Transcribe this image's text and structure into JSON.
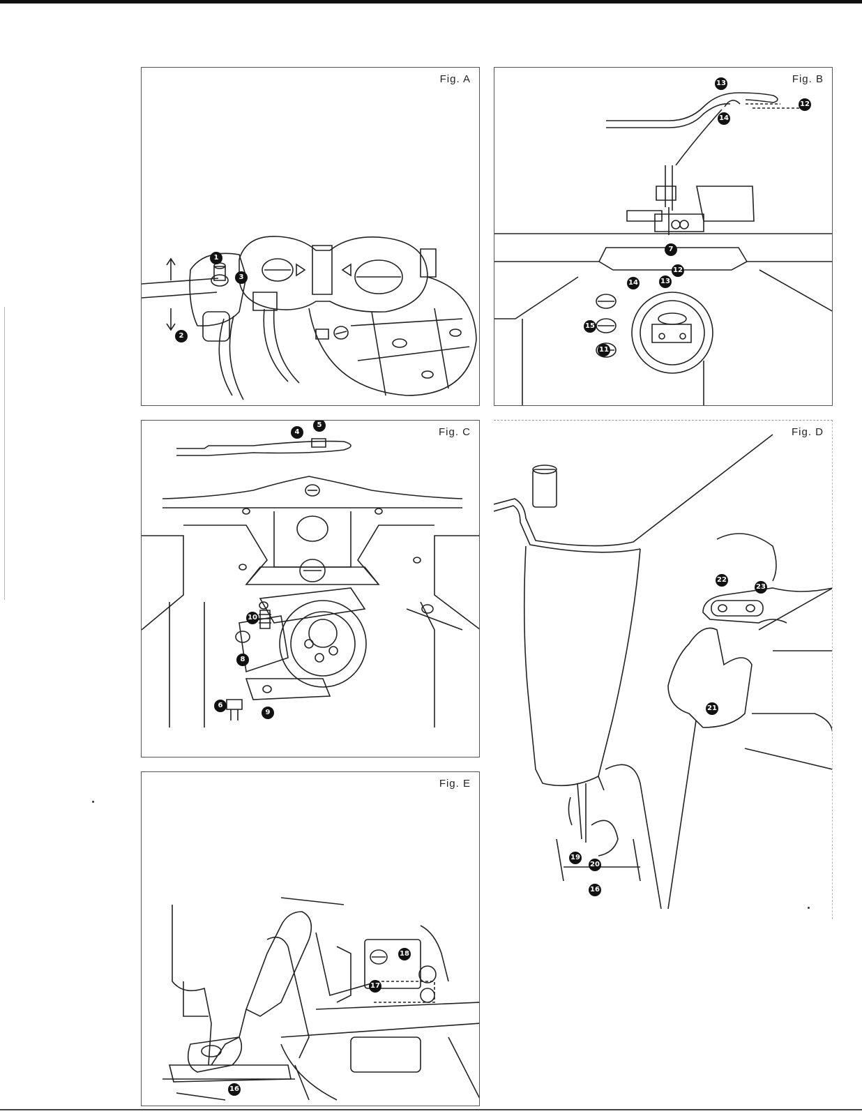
{
  "figures": {
    "a": {
      "label": "Fig. A",
      "callouts": [
        "1",
        "2",
        "3"
      ]
    },
    "b": {
      "label": "Fig. B",
      "callouts": [
        "13",
        "12",
        "14",
        "7",
        "12",
        "14",
        "13",
        "15",
        "11"
      ]
    },
    "c": {
      "label": "Fig. C",
      "callouts": [
        "4",
        "5",
        "10",
        "8",
        "6",
        "9"
      ]
    },
    "d": {
      "label": "Fig. D",
      "callouts": [
        "22",
        "23",
        "21",
        "19",
        "20",
        "16"
      ]
    },
    "e": {
      "label": "Fig. E",
      "callouts": [
        "18",
        "17",
        "16"
      ]
    }
  }
}
